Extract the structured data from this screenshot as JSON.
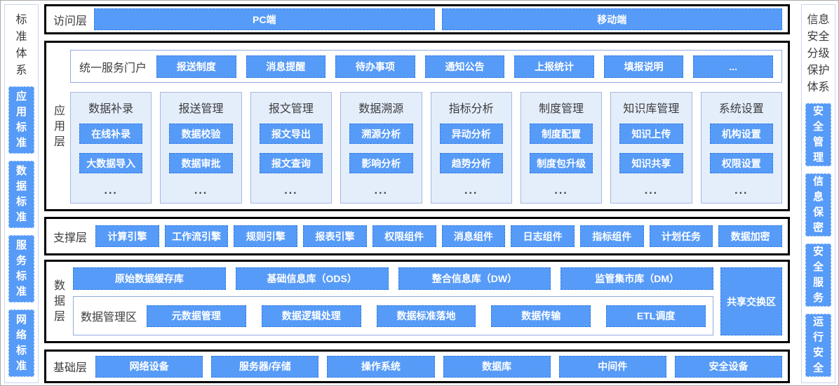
{
  "colors": {
    "accent_blue": "#579bf8",
    "dashed_border_blue": "#2f7ce2",
    "module_bg": "#e4eefb",
    "module_border": "#a5b8e0",
    "panel_border": "#000000",
    "inner_panel_border": "#93a9e0",
    "text_dark": "#3c3c3c",
    "text_on_blue": "#ffffff"
  },
  "left_sidebar": {
    "title": "标准体系",
    "items": [
      "应用标准",
      "数据标准",
      "服务标准",
      "网络标准"
    ]
  },
  "right_sidebar": {
    "title": "信息安全分级保护体系",
    "items": [
      "安全管理",
      "信息保密",
      "安全服务",
      "运行安全"
    ]
  },
  "layers": {
    "access": {
      "label": "访问层",
      "items": [
        "PC端",
        "移动端"
      ]
    },
    "application": {
      "label": "应用层",
      "portal": {
        "label": "统一服务门户",
        "items": [
          "报送制度",
          "消息提醒",
          "待办事项",
          "通知公告",
          "上报统计",
          "填报说明",
          "..."
        ]
      },
      "modules": [
        {
          "title": "数据补录",
          "items": [
            "在线补录",
            "大数据导入"
          ],
          "more": "..."
        },
        {
          "title": "报送管理",
          "items": [
            "数据校验",
            "数据审批"
          ],
          "more": "..."
        },
        {
          "title": "报文管理",
          "items": [
            "报文导出",
            "报文查询"
          ],
          "more": "..."
        },
        {
          "title": "数据溯源",
          "items": [
            "溯源分析",
            "影响分析"
          ],
          "more": "..."
        },
        {
          "title": "指标分析",
          "items": [
            "异动分析",
            "趋势分析"
          ],
          "more": "..."
        },
        {
          "title": "制度管理",
          "items": [
            "制度配置",
            "制度包升级"
          ],
          "more": "..."
        },
        {
          "title": "知识库管理",
          "items": [
            "知识上传",
            "知识共享"
          ],
          "more": "..."
        },
        {
          "title": "系统设置",
          "items": [
            "机构设置",
            "权限设置"
          ],
          "more": "..."
        }
      ]
    },
    "support": {
      "label": "支撑层",
      "items": [
        "计算引擎",
        "工作流引擎",
        "规则引擎",
        "报表引擎",
        "权限组件",
        "消息组件",
        "日志组件",
        "指标组件",
        "计划任务",
        "数据加密"
      ]
    },
    "data": {
      "label": "数据层",
      "stores": [
        "原始数据缓存库",
        "基础信息库（ODS）",
        "整合信息库（DW）",
        "监管集市库（DM）"
      ],
      "management": {
        "label": "数据管理区",
        "items": [
          "元数据管理",
          "数据逻辑处理",
          "数据标准落地",
          "数据传输",
          "ETL调度"
        ]
      },
      "exchange": "共享交换区"
    },
    "base": {
      "label": "基础层",
      "items": [
        "网络设备",
        "服务器/存储",
        "操作系统",
        "数据库",
        "中间件",
        "安全设备"
      ]
    }
  }
}
